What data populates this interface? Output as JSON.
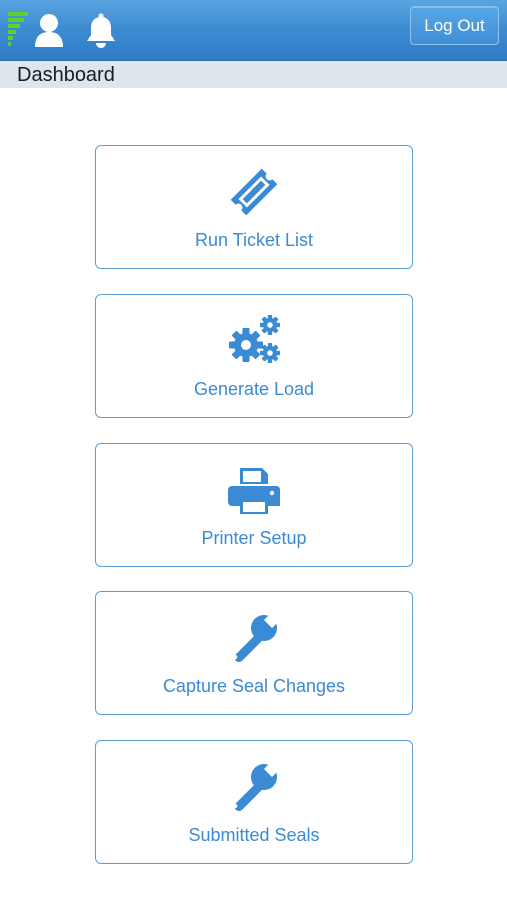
{
  "header": {
    "logout_label": "Log Out"
  },
  "subheader": {
    "title": "Dashboard"
  },
  "menu": {
    "items": [
      {
        "label": "Run Ticket List",
        "icon": "ticket-icon"
      },
      {
        "label": "Generate Load",
        "icon": "gears-icon"
      },
      {
        "label": "Printer Setup",
        "icon": "printer-icon"
      },
      {
        "label": "Capture Seal Changes",
        "icon": "wrench-icon"
      },
      {
        "label": "Submitted Seals",
        "icon": "wrench-icon"
      }
    ]
  },
  "colors": {
    "header_top": "#5aa4e0",
    "header_bottom": "#2f7cc4",
    "subheader_bg": "#dde6ec",
    "accent": "#3a8ad4",
    "logo_green": "#5fd12e"
  }
}
